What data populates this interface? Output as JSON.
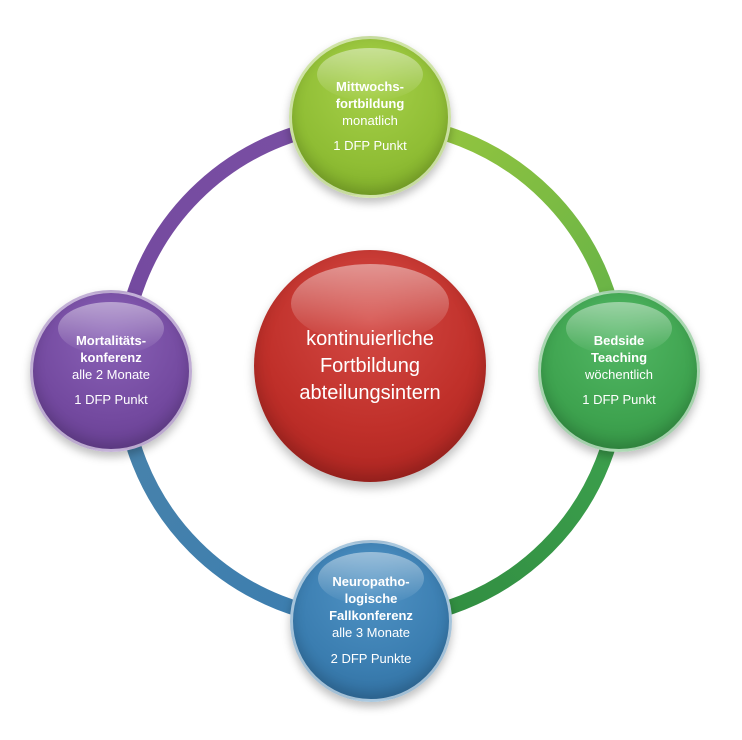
{
  "center": {
    "lines": [
      "kontinuierliche",
      "Fortbildung",
      "abteilungsintern"
    ]
  },
  "nodes": {
    "top": {
      "bold": [
        "Mittwochs-",
        "fortbildung"
      ],
      "normal": [
        "monatlich"
      ],
      "points": "1 DFP Punkt"
    },
    "right": {
      "bold": [
        "Bedside",
        "Teaching"
      ],
      "normal": [
        "wöchentlich"
      ],
      "points": "1 DFP Punkt"
    },
    "bottom": {
      "bold": [
        "Neuropatho-",
        "logische",
        "Fallkonferenz"
      ],
      "normal": [
        "alle 3 Monate"
      ],
      "points": "2 DFP Punkte"
    },
    "left": {
      "bold": [
        "Mortalitäts-",
        "konferenz"
      ],
      "normal": [
        "alle 2 Monate"
      ],
      "points": "1 DFP Punkt"
    }
  },
  "colors": {
    "center": "#c0302a",
    "top": "#8fbd34",
    "right": "#3ea34f",
    "bottom": "#3a7db0",
    "left": "#73499f"
  }
}
